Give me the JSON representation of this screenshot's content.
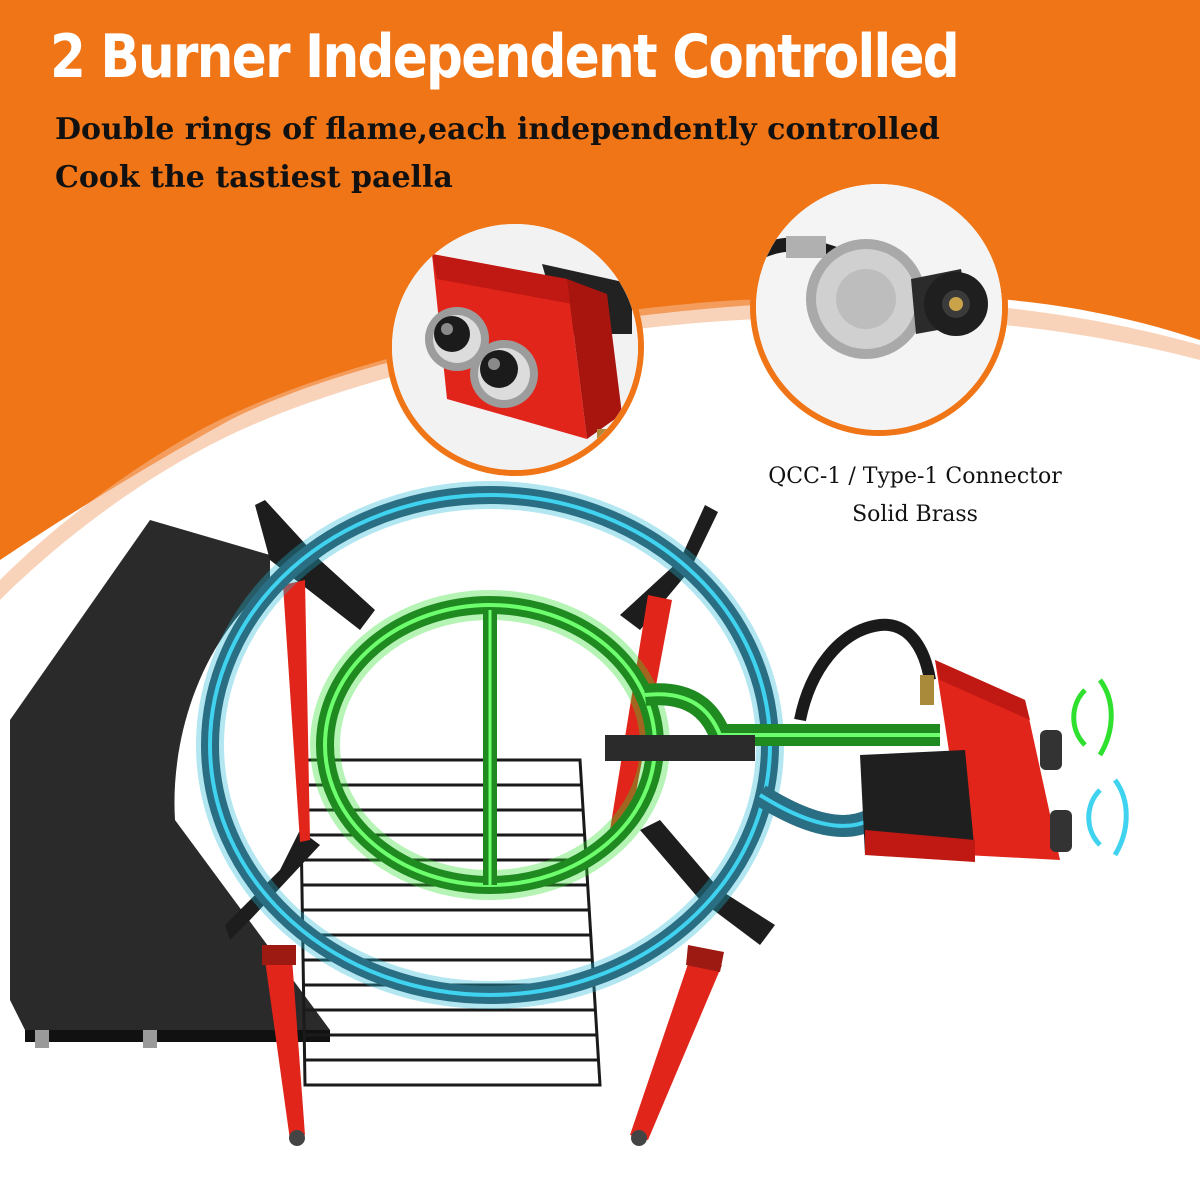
{
  "headline": "2 Burner Independent Controlled",
  "subtitle_lines": [
    "Double rings of flame,each independently controlled",
    "Cook the tastiest paella"
  ],
  "connector_caption": {
    "line1": "QCC-1 / Type-1 Connector",
    "line2": "Solid Brass"
  },
  "colors": {
    "orange_background": "#f07517",
    "headline_text": "#ffffff",
    "outer_ring_highlight": "#23b8d8",
    "inner_ring_highlight": "#2fe02f",
    "control_box": "#e1251b",
    "legs": "#e1251b"
  },
  "icons": [
    "control-knob-icon",
    "gas-regulator-icon",
    "rotate-arrows-icon"
  ]
}
